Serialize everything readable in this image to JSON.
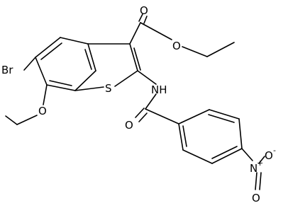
{
  "molecule": {
    "atoms": {
      "br": "Br",
      "o_ether": "O",
      "s_ring": "S",
      "nh": "NH",
      "o_ester_carbonyl": "O",
      "o_ester_single": "O",
      "o_amide": "O",
      "n_nitro": "N",
      "nitro_plus": "+",
      "o_nitro_top": "O",
      "o_nitro_top_charge": "-",
      "o_nitro_bottom": "O"
    }
  }
}
